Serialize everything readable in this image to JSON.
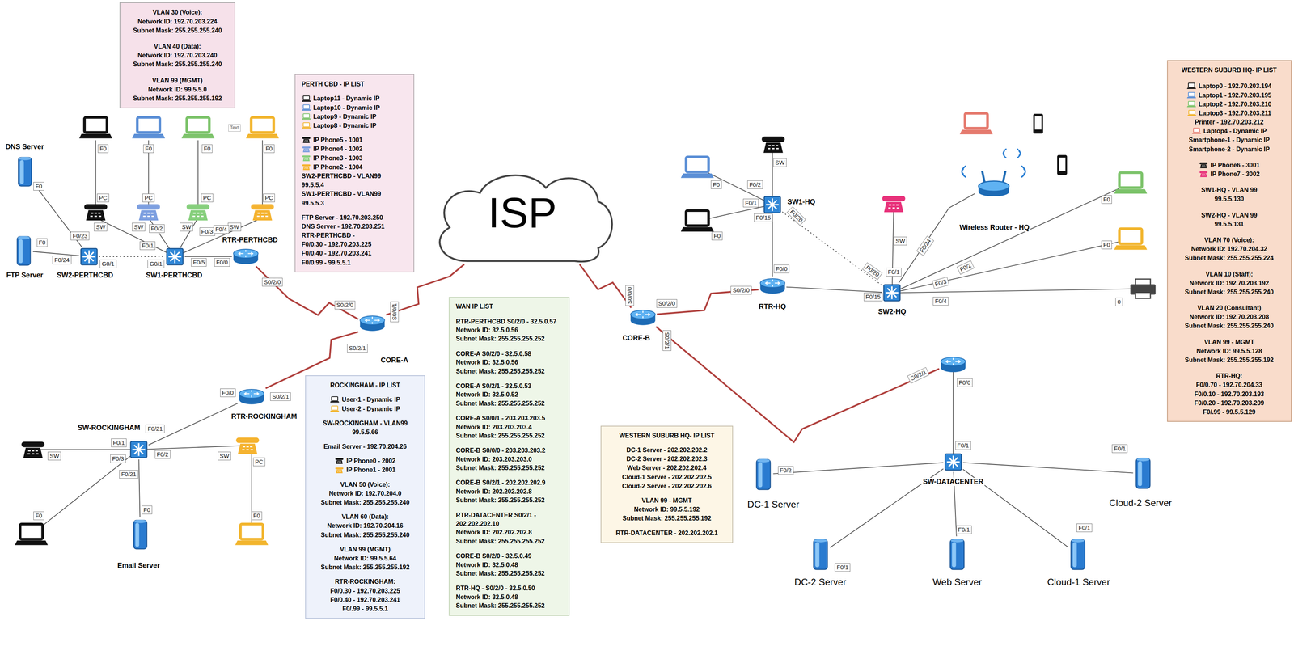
{
  "diagram": {
    "nodes": [
      {
        "text": [
          "VLAN 30 (Voice):",
          "Network ID: 192.70.203.224",
          "Subnet Mask: 255.255.255.240",
          "VLAN 40 (Data):",
          "Network ID: 192.70.203.240",
          "Subnet Mask: 255.255.255.240",
          "VLAN 99 (MGMT)",
          "Network ID: 99.5.5.0",
          "Subnet Mask: 255.255.255.192"
        ]
      },
      {
        "text": [
          "DNS Server"
        ]
      },
      {
        "text": [
          "FTP Server"
        ]
      },
      {
        "text": [
          "SW2-PERTHCBD"
        ]
      },
      {
        "text": [
          "SW1-PERTHCBD"
        ]
      },
      {
        "text": [
          "RTR-PERTHCBD"
        ]
      },
      {
        "text": [
          "PERTH CBD - IP LIST",
          "Laptop11 - Dynamic IP",
          "Laptop10 - Dynamic IP",
          "Laptop9 - Dynamic IP",
          "Laptop8 - Dynamic IP",
          "IP Phone5 - 1001",
          "IP Phone4 - 1002",
          "IP Phone3 - 1003",
          "IP Phone2 - 1004",
          "SW2-PERTHCBD - VLAN99",
          "99.5.5.4",
          "SW1-PERTHCBD - VLAN99",
          "99.5.5.3",
          "FTP Server - 192.70.203.250",
          "DNS Server - 192.70.203.251",
          "RTR-PERTHCBD -",
          "F0/0.30 - 192.70.203.225",
          "F0/0.40 - 192.70.203.241",
          "F0/0.99 - 99.5.5.1"
        ]
      },
      {
        "text": [
          "ISP"
        ]
      },
      {
        "text": [
          "CORE-A"
        ]
      },
      {
        "text": [
          "WAN IP LIST",
          "RTR-PERTHCBD S0/2/0 - 32.5.0.57",
          "Network ID: 32.5.0.56",
          "Subnet Mask: 255.255.255.252",
          "CORE-A S0/2/0 - 32.5.0.58",
          "Network ID: 32.5.0.56",
          "Subnet Mask: 255.255.255.252",
          "CORE-A S0/2/1 - 32.5.0.53",
          "Network ID: 32.5.0.52",
          "Subnet Mask: 255.255.255.252",
          "CORE-A S0/0/1 - 203.203.203.5",
          "Network ID: 203.203.203.4",
          "Subnet Mask: 255.255.255.252",
          "CORE-B S0/0/0 - 203.203.203.2",
          "Network ID: 203.203.203.0",
          "Subnet Mask: 255.255.255.252",
          "CORE-B S0/2/1 - 202.202.202.9",
          "Network ID: 202.202.202.8",
          "Subnet Mask: 255.255.255.252",
          "RTR-DATACENTER S0/2/1 -",
          "202.202.202.10",
          "Network ID: 202.202.202.8",
          "Subnet Mask: 255.255.255.252",
          "CORE-B S0/2/0 - 32.5.0.49",
          "Network ID: 32.5.0.48",
          "Subnet Mask: 255.255.255.252",
          "RTR-HQ - S0/2/0 - 32.5.0.50",
          "Network ID: 32.5.0.48",
          "Subnet Mask: 255.255.255.252"
        ]
      },
      {
        "text": [
          "SW-ROCKINGHAM"
        ]
      },
      {
        "text": [
          "RTR-ROCKINGHAM"
        ]
      },
      {
        "text": [
          "Email Server"
        ]
      },
      {
        "text": [
          "ROCKINGHAM - IP LIST",
          "User-1 - Dynamic IP",
          "User-2 - Dynamic IP",
          "SW-ROCKINGHAM - VLAN99",
          "99.5.5.66",
          "Email Server - 192.70.204.26",
          "IP Phone0 - 2002",
          "IP Phone1 - 2001",
          "VLAN 50 (Voice):",
          "Network ID: 192.70.204.0",
          "Subnet Mask: 255.255.255.240",
          "VLAN 60 (Data):",
          "Network ID: 192.70.204.16",
          "Subnet Mask: 255.255.255.240",
          "VLAN 99 (MGMT)",
          "Network ID: 99.5.5.64",
          "Subnet Mask: 255.255.255.192",
          "RTR-ROCKINGHAM:",
          "F0/0.30 - 192.70.203.225",
          "F0/0.40 - 192.70.203.241",
          "F0/.99 - 99.5.5.1"
        ]
      },
      {
        "text": [
          "CORE-B"
        ]
      },
      {
        "text": [
          "SW1-HQ"
        ]
      },
      {
        "text": [
          "RTR-HQ"
        ]
      },
      {
        "text": [
          "SW2-HQ"
        ]
      },
      {
        "text": [
          "Wireless Router - HQ"
        ]
      },
      {
        "text": [
          "WESTERN SUBURB HQ- IP LIST",
          "DC-1 Server - 202.202.202.2",
          "DC-2 Server - 202.202.202.3",
          "Web Server - 202.202.202.4",
          "Cloud-1 Server - 202.202.202.5",
          "Cloud-2 Server - 202.202.202.6",
          "VLAN 99 - MGMT",
          "Network ID: 99.5.5.192",
          "Subnet Mask: 255.255.255.192",
          "RTR-DATACENTER - 202.202.202.1"
        ]
      },
      {
        "text": [
          "SW-DATACENTER"
        ]
      },
      {
        "text": [
          "DC-1 Server"
        ]
      },
      {
        "text": [
          "DC-2 Server"
        ]
      },
      {
        "text": [
          "Web Server"
        ]
      },
      {
        "text": [
          "Cloud-1 Server"
        ]
      },
      {
        "text": [
          "Cloud-2 Server"
        ]
      },
      {
        "text": [
          "WESTERN SUBURB HQ- IP LIST",
          "Laptop0 - 192.70.203.194",
          "Laptop1 - 192.70.203.195",
          "Laptop2 - 192.70.203.210",
          "Laptop3 - 192.70.203.211",
          "Printer - 192.70.203.212",
          "Laptop4 - Dynamic IP",
          "Smartphone-1 - Dynamic IP",
          "Smartphone-2 - Dynamic IP",
          "IP Phone6 - 3001",
          "IP Phone7 - 3002",
          "SW1-HQ - VLAN 99",
          "99.5.5.130",
          "SW2-HQ - VLAN 99",
          "99.5.5.131",
          "VLAN 70 (Voice):",
          "Network ID: 192.70.204.32",
          "Subnet Mask: 255.255.255.224",
          "VLAN 10 (Staff):",
          "Network ID: 192.70.203.192",
          "Subnet Mask: 255.255.255.240",
          "VLAN 20 (Consultant)",
          "Network ID: 192.70.203.208",
          "Subnet Mask: 255.255.255.240",
          "VLAN 99 - MGMT",
          "Network ID: 99.5.5.128",
          "Subnet Mask: 255.255.255.192",
          "RTR-HQ:",
          "F0/0.70 - 192.70.204.33",
          "F0/0.10 - 192.70.203.193",
          "F0/0.20 - 192.70.203.209",
          "F0/.99 - 99.5.5.129"
        ]
      }
    ],
    "edges": [
      {
        "from": 1,
        "to": 3,
        "arrow": "none"
      },
      {
        "from": 2,
        "to": 3,
        "arrow": "none"
      },
      {
        "from": 3,
        "to": 4,
        "arrow": "none"
      },
      {
        "from": 4,
        "to": 5,
        "arrow": "none"
      },
      {
        "from": 5,
        "to": 8,
        "arrow": "none"
      },
      {
        "from": 8,
        "to": 7,
        "arrow": "none"
      },
      {
        "from": 8,
        "to": 11,
        "arrow": "none"
      },
      {
        "from": 11,
        "to": 10,
        "arrow": "none"
      },
      {
        "from": 10,
        "to": 12,
        "arrow": "none"
      },
      {
        "from": 7,
        "to": 14,
        "arrow": "none"
      },
      {
        "from": 14,
        "to": 16,
        "arrow": "none"
      },
      {
        "from": 16,
        "to": 15,
        "arrow": "none"
      },
      {
        "from": 16,
        "to": 17,
        "arrow": "none"
      },
      {
        "from": 15,
        "to": 17,
        "arrow": "none"
      },
      {
        "from": 17,
        "to": 18,
        "arrow": "none"
      },
      {
        "from": 20,
        "to": 21,
        "arrow": "none"
      },
      {
        "from": 20,
        "to": 22,
        "arrow": "none"
      },
      {
        "from": 20,
        "to": 23,
        "arrow": "none"
      },
      {
        "from": 20,
        "to": 24,
        "arrow": "none"
      },
      {
        "from": 20,
        "to": 25,
        "arrow": "none"
      }
    ],
    "labels": [
      "Text",
      "F0",
      "F0",
      "F0",
      "F0",
      "PC",
      "PC",
      "PC",
      "PC",
      "SW",
      "SW",
      "SW",
      "SW",
      "F0",
      "F0/23",
      "F0",
      "F0/24",
      "G0/1",
      "G0/1",
      "F0/1",
      "F0/2",
      "F0/3",
      "F0/4",
      "F0/5",
      "F0/0",
      "S0/2/0",
      "S0/2/0",
      "S0/0/1",
      "S0/2/1",
      "F0/0",
      "S0/2/1",
      "F0/21",
      "F0/1",
      "F0/2",
      "F0/3",
      "F0/21",
      "SW",
      "SW",
      "PC",
      "F0",
      "F0",
      "F0",
      "S0/0/0",
      "S0/2/0",
      "S0/2/1",
      "S0/2/0",
      "F0",
      "F0/2",
      "SW",
      "F0/1",
      "F0",
      "F0/15",
      "F0/20",
      "F0/0",
      "F0/20",
      "F0/15",
      "F0/1",
      "SW",
      "F0/24",
      "F0/2",
      "F0/3",
      "F0/4",
      "F0",
      "F0",
      "0",
      "S0/2/1",
      "F0/0",
      "F0/1",
      "F0/2",
      "F0/1",
      "F0/1",
      "F0/1",
      "F0/1"
    ]
  }
}
